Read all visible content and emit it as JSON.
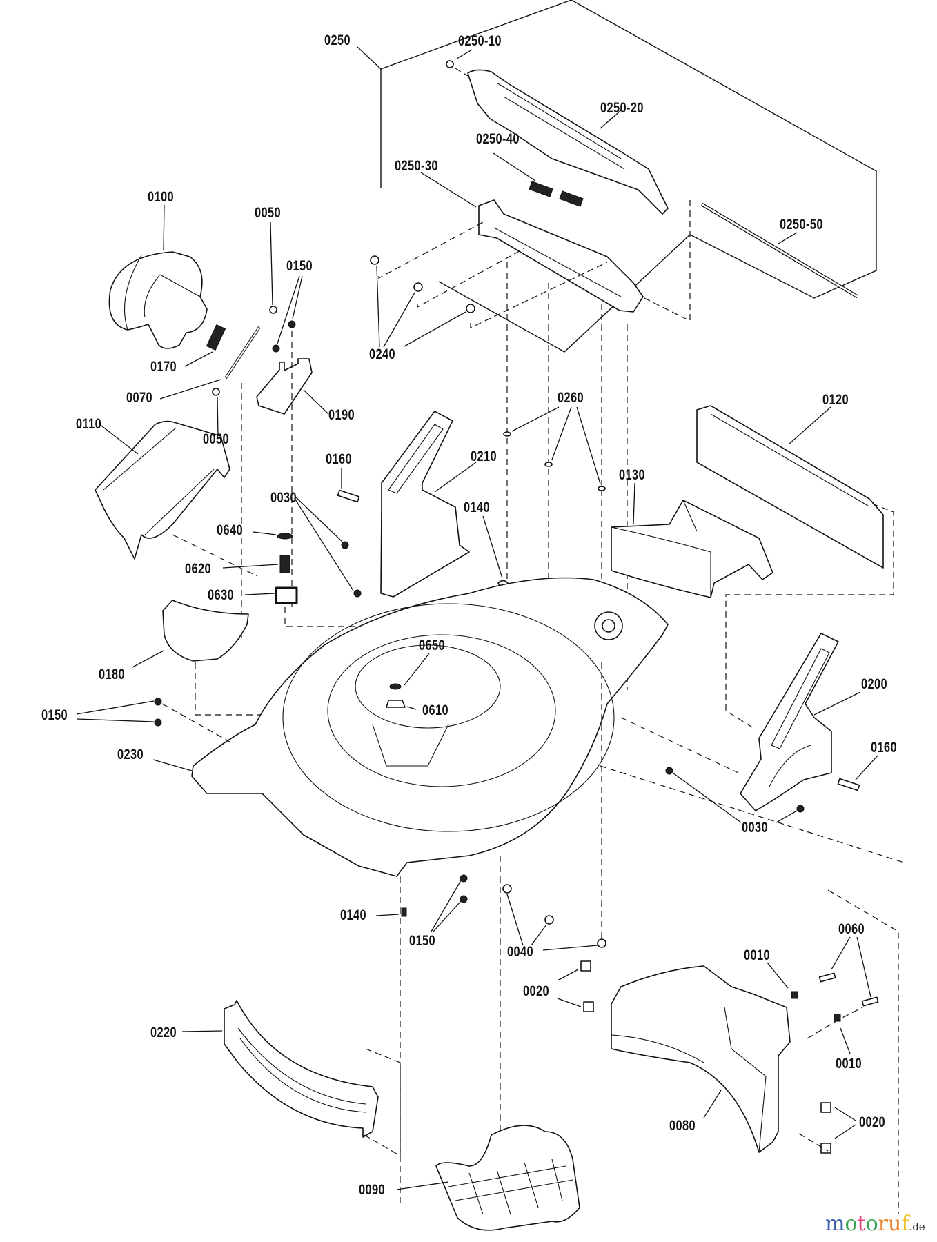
{
  "diagram": {
    "title": "Lawn mower deck exploded parts diagram",
    "labels": [
      {
        "id": "l0250",
        "text": "0250"
      },
      {
        "id": "l0250_10",
        "text": "0250-10"
      },
      {
        "id": "l0250_20",
        "text": "0250-20"
      },
      {
        "id": "l0250_40",
        "text": "0250-40"
      },
      {
        "id": "l0250_30",
        "text": "0250-30"
      },
      {
        "id": "l0250_50",
        "text": "0250-50"
      },
      {
        "id": "l0100",
        "text": "0100"
      },
      {
        "id": "l0050a",
        "text": "0050"
      },
      {
        "id": "l0150a",
        "text": "0150"
      },
      {
        "id": "l0170",
        "text": "0170"
      },
      {
        "id": "l0070",
        "text": "0070"
      },
      {
        "id": "l0050b",
        "text": "0050"
      },
      {
        "id": "l0190",
        "text": "0190"
      },
      {
        "id": "l0240",
        "text": "0240"
      },
      {
        "id": "l0110",
        "text": "0110"
      },
      {
        "id": "l0260",
        "text": "0260"
      },
      {
        "id": "l0120",
        "text": "0120"
      },
      {
        "id": "l0160a",
        "text": "0160"
      },
      {
        "id": "l0210",
        "text": "0210"
      },
      {
        "id": "l0130",
        "text": "0130"
      },
      {
        "id": "l0030a",
        "text": "0030"
      },
      {
        "id": "l0140a",
        "text": "0140"
      },
      {
        "id": "l0640",
        "text": "0640"
      },
      {
        "id": "l0620",
        "text": "0620"
      },
      {
        "id": "l0630",
        "text": "0630"
      },
      {
        "id": "l0650",
        "text": "0650"
      },
      {
        "id": "l0180",
        "text": "0180"
      },
      {
        "id": "l0610",
        "text": "0610"
      },
      {
        "id": "l0200",
        "text": "0200"
      },
      {
        "id": "l0150b",
        "text": "0150"
      },
      {
        "id": "l0160b",
        "text": "0160"
      },
      {
        "id": "l0230",
        "text": "0230"
      },
      {
        "id": "l0030b",
        "text": "0030"
      },
      {
        "id": "l0140b",
        "text": "0140"
      },
      {
        "id": "l0150c",
        "text": "0150"
      },
      {
        "id": "l0040",
        "text": "0040"
      },
      {
        "id": "l0060",
        "text": "0060"
      },
      {
        "id": "l0010a",
        "text": "0010"
      },
      {
        "id": "l0020a",
        "text": "0020"
      },
      {
        "id": "l0010b",
        "text": "0010"
      },
      {
        "id": "l0220",
        "text": "0220"
      },
      {
        "id": "l0080",
        "text": "0080"
      },
      {
        "id": "l0020b",
        "text": "0020"
      },
      {
        "id": "l0090",
        "text": "0090"
      }
    ]
  },
  "watermark": {
    "letters": [
      "m",
      "o",
      "t",
      "o",
      "r",
      "u",
      "f"
    ],
    "colors": [
      "#3a5fb0",
      "#3aa655",
      "#e0457b",
      "#3aa655",
      "#e8802a",
      "#e8802a",
      "#f0c020"
    ],
    "suffix": ".de"
  }
}
